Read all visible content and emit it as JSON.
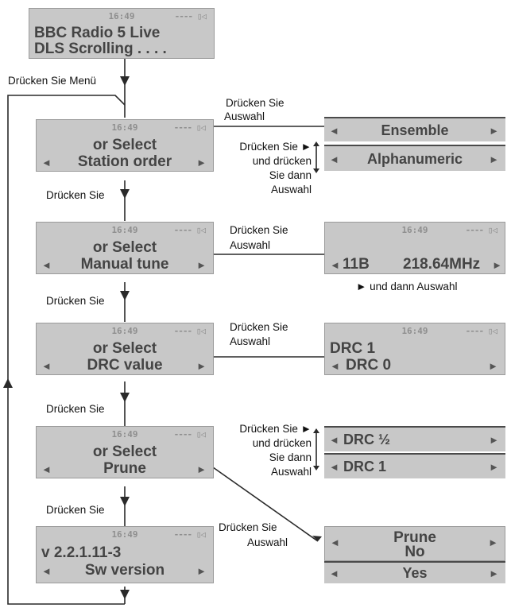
{
  "displays": {
    "main": {
      "time": "16:49",
      "line1": "BBC Radio 5 Live",
      "line2": "DLS Scrolling . . . ."
    },
    "station_order": {
      "time": "16:49",
      "line1": "or Select",
      "line2": "Station order"
    },
    "manual_tune": {
      "time": "16:49",
      "line1": "or Select",
      "line2": "Manual tune"
    },
    "drc_value": {
      "time": "16:49",
      "line1": "or Select",
      "line2": "DRC value"
    },
    "prune": {
      "time": "16:49",
      "line1": "or Select",
      "line2": "Prune"
    },
    "sw_version": {
      "time": "16:49",
      "line1": "v 2.2.1.11-3",
      "line2": "Sw version"
    }
  },
  "options": {
    "ensemble": "Ensemble",
    "alphanumeric": "Alphanumeric",
    "tune_time": "16:49",
    "tune_channel": "11B",
    "tune_freq": "218.64MHz",
    "drc_time": "16:49",
    "drc_line1": "DRC 1",
    "drc_line2": "DRC 0",
    "drc_half": "DRC ½",
    "drc_one": "DRC 1",
    "prune_title": "Prune",
    "prune_no": "No",
    "prune_yes": "Yes"
  },
  "labels": {
    "press_menu": "Drücken Sie Menü",
    "press": "Drücken Sie",
    "press_select_1": "Drücken Sie",
    "press_select_2": "Auswahl",
    "press_right_1": "Drücken Sie ►",
    "press_right_2": "und drücken",
    "press_right_3": "Sie dann",
    "press_right_4": "Auswahl",
    "then_select": "► und dann Auswahl"
  },
  "icons": {
    "left": "◄",
    "right": "►",
    "signal": "---- ▯◁"
  }
}
